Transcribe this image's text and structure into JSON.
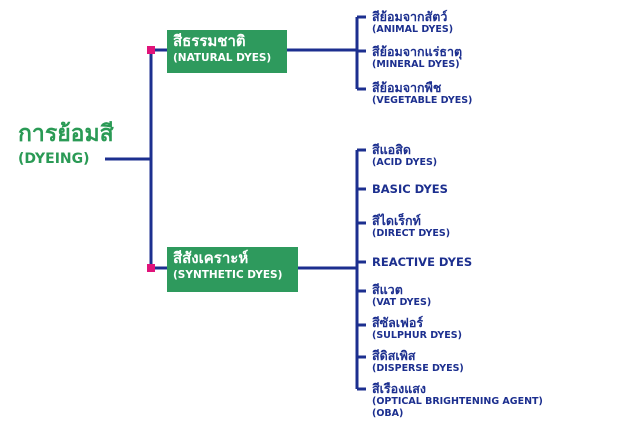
{
  "root": {
    "th": "การย้อมสี",
    "en": "(DYEING)"
  },
  "categories": [
    {
      "th": "สีธรรมชาติ",
      "en": "(NATURAL DYES)",
      "items": [
        {
          "th": "สีย้อมจากสัตว์",
          "en": "(ANIMAL DYES)"
        },
        {
          "th": "สีย้อมจากแร่ธาตุ",
          "en": "(MINERAL DYES)"
        },
        {
          "th": "สีย้อมจากพืช",
          "en": "(VEGETABLE DYES)"
        }
      ]
    },
    {
      "th": "สีสังเคราะห์",
      "en": "(SYNTHETIC DYES)",
      "items": [
        {
          "th": "สีแอสิด",
          "en": "(ACID DYES)"
        },
        {
          "en": "BASIC DYES"
        },
        {
          "th": "สีไดเร็กท์",
          "en": "(DIRECT DYES)"
        },
        {
          "en": "REACTIVE DYES"
        },
        {
          "th": "สีแวต",
          "en": "(VAT DYES)"
        },
        {
          "th": "สีซัลเฟอร์",
          "en": "(SULPHUR DYES)"
        },
        {
          "th": "สีดิสเพิส",
          "en": "(DISPERSE DYES)"
        },
        {
          "th": "สีเรืองแสง",
          "en": "(OPTICAL BRIGHTENING AGENT)",
          "en2": "(OBA)"
        }
      ]
    }
  ],
  "colors": {
    "line": "#1c2f8f",
    "category_fill": "#2e9a5d",
    "root_text": "#2a9a55",
    "node_marker": "#e0137a"
  }
}
